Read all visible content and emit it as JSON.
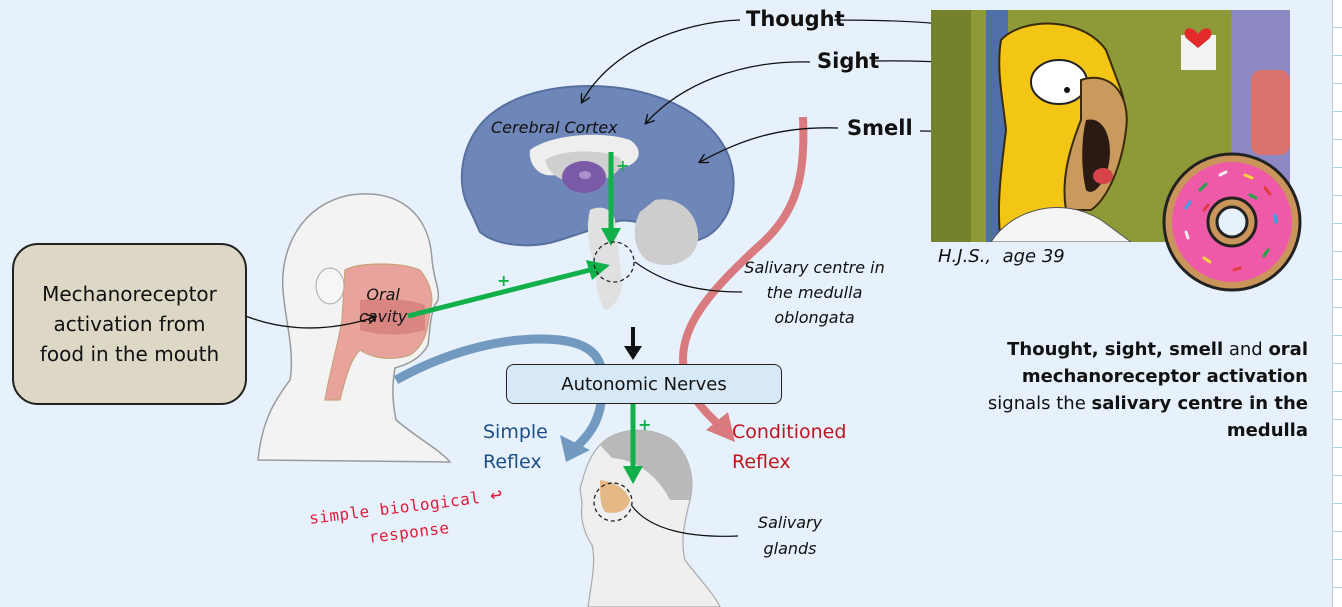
{
  "labels": {
    "thought": "Thought",
    "sight": "Sight",
    "smell": "Smell",
    "cerebral_cortex": "Cerebral Cortex",
    "oral_cavity_line1": "Oral",
    "oral_cavity_line2": "cavity",
    "salivary_centre_line1": "Salivary centre in",
    "salivary_centre_line2": "the medulla",
    "salivary_centre_line3": "oblongata",
    "salivary_glands_line1": "Salivary",
    "salivary_glands_line2": "glands",
    "plus": "+"
  },
  "mechanoreceptor_box": {
    "line1": "Mechanoreceptor",
    "line2": "activation from",
    "line3": "food in the mouth"
  },
  "autonomic_box": {
    "label": "Autonomic Nerves"
  },
  "reflexes": {
    "simple_line1": "Simple",
    "simple_line2": "Reflex",
    "conditioned_line1": "Conditioned",
    "conditioned_line2": "Reflex"
  },
  "handwritten_note": {
    "line1": "simple biological",
    "line2": "response",
    "arrow": "↩"
  },
  "photo": {
    "caption": "H.J.S.,  age 39"
  },
  "summary": {
    "p1_bold": "Thought, sight, smell",
    "p2": " and ",
    "p3_bold": "oral mechanoreceptor activation",
    "p4": " signals the ",
    "p5_bold": "salivary centre in the medulla"
  },
  "colors": {
    "background": "#e6f1fb",
    "brain": "#6f86b8",
    "green_arrow": "#12b04a",
    "simple_reflex": "#1f4e86",
    "simple_reflex_arrow": "#7299c0",
    "conditioned_reflex": "#c0141e",
    "conditioned_reflex_arrow": "#d97a7e",
    "note_red": "#e31b3a",
    "mech_box": "#ddd8c6",
    "autonomic_box": "#d7e8f7"
  }
}
